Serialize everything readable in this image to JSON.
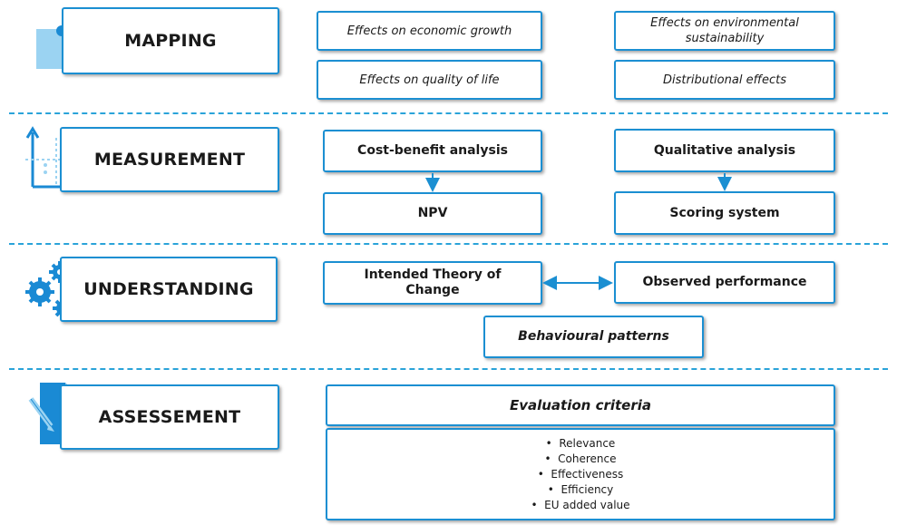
{
  "colors": {
    "accent": "#1b8fd2",
    "icon_dark": "#1a8ad4",
    "icon_light": "#9bd3f2",
    "separator": "#2aa3d9"
  },
  "stages": {
    "mapping": {
      "label": "MAPPING",
      "icon": "puzzle-icon",
      "items": [
        "Effects on economic growth",
        "Effects on environmental sustainability",
        "Effects on quality of life",
        "Distributional effects"
      ]
    },
    "measurement": {
      "label": "MEASUREMENT",
      "icon": "axes-chart-icon",
      "items": [
        "Cost-benefit analysis",
        "Qualitative analysis",
        "NPV",
        "Scoring system"
      ]
    },
    "understanding": {
      "label": "UNDERSTANDING",
      "icon": "gears-icon",
      "items": [
        "Intended Theory of Change",
        "Observed performance",
        "Behavioural patterns"
      ]
    },
    "assessement": {
      "label": "ASSESSEMENT",
      "icon": "document-pen-icon",
      "header": "Evaluation criteria",
      "criteria": [
        "Relevance",
        "Coherence",
        "Effectiveness",
        "Efficiency",
        "EU added value"
      ]
    }
  }
}
